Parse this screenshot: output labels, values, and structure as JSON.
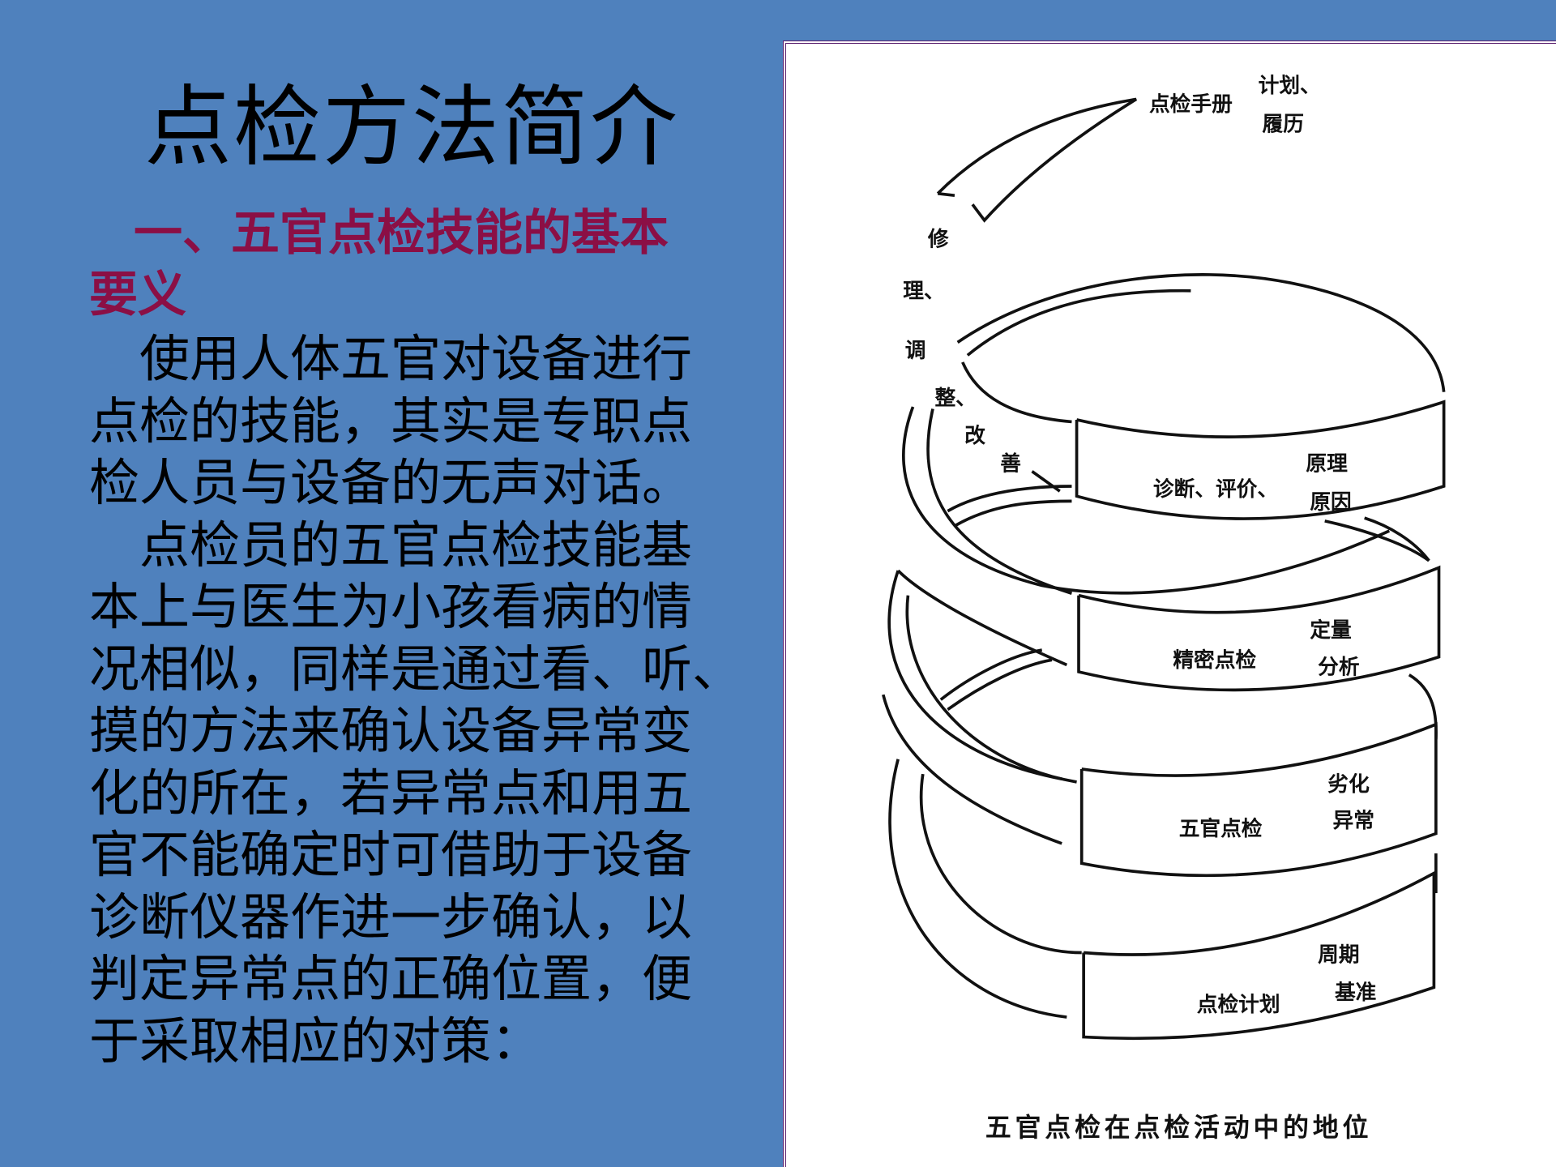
{
  "slide": {
    "title": "点检方法简介",
    "heading_lines": [
      "一、五官点检技能的基本",
      "要义"
    ],
    "body_lines": [
      "　使用人体五官对设备进行",
      "点检的技能，其实是专职点",
      "检人员与设备的无声对话。",
      "　点检员的五官点检技能基",
      "本上与医生为小孩看病的情",
      "况相似，同样是通过看、听、",
      "摸的方法来确认设备异常变",
      "化的所在，若异常点和用五",
      "官不能确定时可借助于设备",
      "诊断仪器作进一步确认，以",
      "判定异常点的正确位置，便",
      "于采取相应的对策："
    ]
  },
  "diagram": {
    "top_label": "点检手册",
    "top_side_1": "计划、",
    "top_side_2": "履历",
    "side_vertical": [
      "修",
      "理、",
      "调",
      "整、",
      "改",
      "善"
    ],
    "bands": [
      {
        "main": "诊断、评价、",
        "side_1": "原理",
        "side_2": "原因"
      },
      {
        "main": "精密点检",
        "side_1": "定量",
        "side_2": "分析"
      },
      {
        "main": "五官点检",
        "side_1": "劣化",
        "side_2": "异常"
      },
      {
        "main": "点检计划",
        "side_1": "周期",
        "side_2": "基准"
      }
    ],
    "caption": "五官点检在点检活动中的地位"
  }
}
